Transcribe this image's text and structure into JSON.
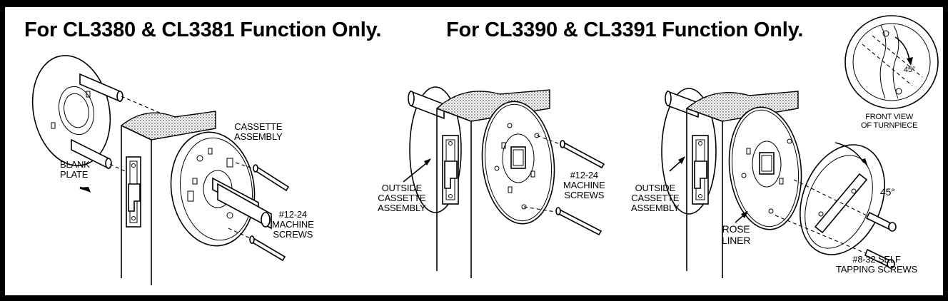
{
  "headings": {
    "left": "For CL3380 & CL3381 Function Only.",
    "right": "For CL3390 & CL3391 Function Only."
  },
  "labels": {
    "cassette_assembly": [
      "CASSETTE",
      "ASSEMBLY"
    ],
    "blank_plate": [
      "BLANK",
      "PLATE"
    ],
    "machine_screws_left": [
      "#12-24",
      "MACHINE",
      "SCREWS"
    ],
    "outside_cassette_1": [
      "OUTSIDE",
      "CASSETTE",
      "ASSEMBLY"
    ],
    "machine_screws_mid": [
      "#12-24",
      "MACHINE",
      "SCREWS"
    ],
    "outside_cassette_2": [
      "OUTSIDE",
      "CASSETTE",
      "ASSEMBLY"
    ],
    "rose_liner": [
      "ROSE",
      "LINER"
    ],
    "angle_right": "45°",
    "self_tapping": [
      "#8-32 SELF",
      "TAPPING SCREWS"
    ],
    "turnpiece_angle": "45°",
    "front_view": [
      "FRONT VIEW",
      "OF TURNPIECE"
    ]
  }
}
